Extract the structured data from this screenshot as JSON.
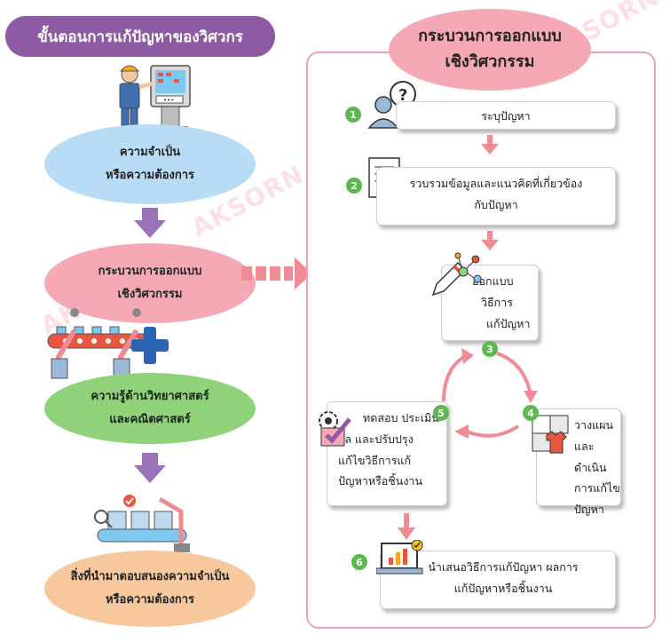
{
  "left": {
    "title": "ขั้นตอนการแก้ปัญหาของวิศวกร",
    "need": [
      "ความจำเป็น",
      "หรือความต้องการ"
    ],
    "design_process": [
      "กระบวนการออกแบบ",
      "เชิงวิศวกรรม"
    ],
    "science": [
      "ความรู้ด้านวิทยาศาสตร์",
      "และคณิตศาสตร์"
    ],
    "result": [
      "สิ่งที่นำมาตอบสนองความจำเป็น",
      "หรือความต้องการ"
    ]
  },
  "right": {
    "title": [
      "กระบวนการออกแบบ",
      "เชิงวิศวกรรม"
    ],
    "steps": [
      {
        "num": "1",
        "lines": [
          "ระบุปัญหา"
        ]
      },
      {
        "num": "2",
        "lines": [
          "รวบรวมข้อมูลและแนวคิดที่เกี่ยวข้อง",
          "กับปัญหา"
        ]
      },
      {
        "num": "3",
        "lines": [
          "ออกแบบ",
          "วิธีการ",
          "แก้ปัญหา"
        ]
      },
      {
        "num": "4",
        "lines": [
          "วางแผน",
          "และดำเนิน",
          "การแก้ไข",
          "ปัญหา"
        ]
      },
      {
        "num": "5",
        "lines": [
          "ทดสอบ ประเมิน",
          "ผล และปรับปรุง",
          "แก้ไขวิธีการแก้",
          "ปัญหาหรือชิ้นงาน"
        ]
      },
      {
        "num": "6",
        "lines": [
          "นำเสนอวิธีการแก้ปัญหา ผลการ",
          "แก้ปัญหาหรือชิ้นงาน"
        ]
      }
    ]
  },
  "watermark": "AKSORN",
  "colors": {
    "purple": "#8e5aa3",
    "pink": "#f4a9b5",
    "blue": "#b8dcf5",
    "green": "#8fd27a",
    "orange": "#f7c89e",
    "step_green": "#5cb84f",
    "arrow_pink": "#f08a95"
  }
}
